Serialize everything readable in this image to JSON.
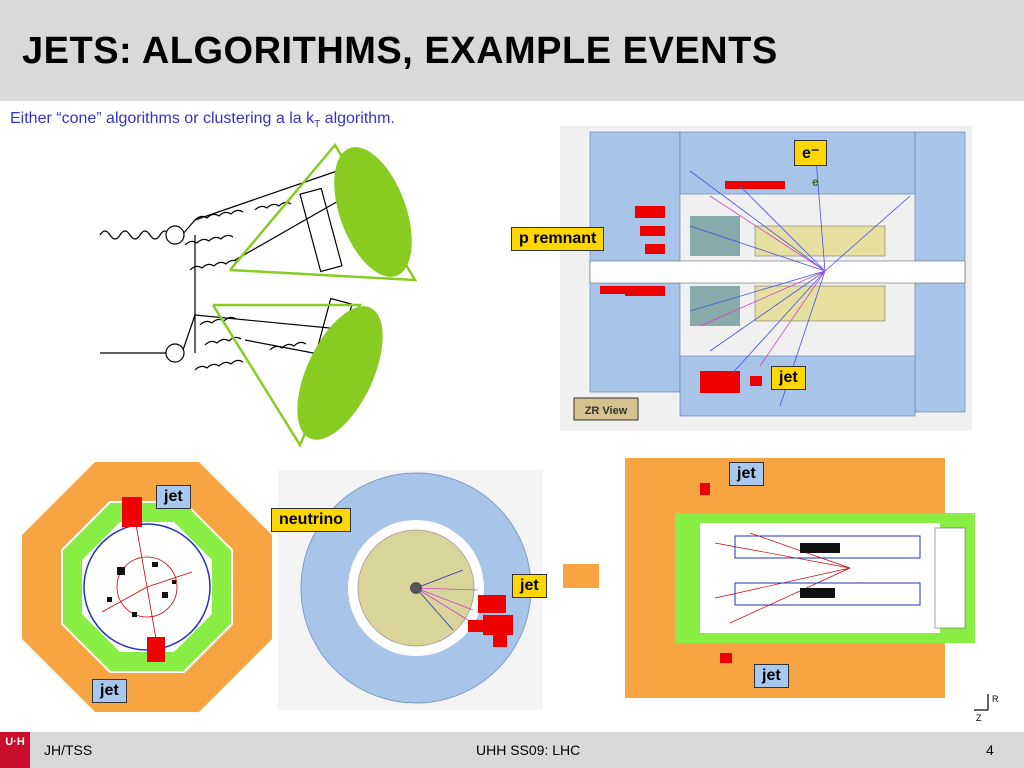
{
  "slide": {
    "title": "JETS: ALGORITHMS, EXAMPLE EVENTS",
    "subtitle_main": "Either “cone” algorithms or clustering a la k",
    "subtitle_sub": "T",
    "subtitle_end": " algorithm."
  },
  "labels": {
    "electron": "e⁻",
    "electron_small": "e",
    "p_remnant": "p remnant",
    "jet": "jet",
    "neutrino": "neutrino",
    "zr_view": "ZR View",
    "axis_r": "R",
    "axis_z": "Z"
  },
  "footer": {
    "logo": "U·H",
    "left": "JH/TSS",
    "center": "UHH SS09: LHC",
    "page": "4"
  },
  "colors": {
    "title_bar": "#d9d9d9",
    "subtitle": "#3333cc",
    "callout_yellow": "#ffd700",
    "callout_blue": "#a9c8f0",
    "calorimeter_orange": "#f7a543",
    "detector_blue": "#a8c4e8",
    "green": "#88cc22",
    "energy_red": "#ee0000"
  }
}
